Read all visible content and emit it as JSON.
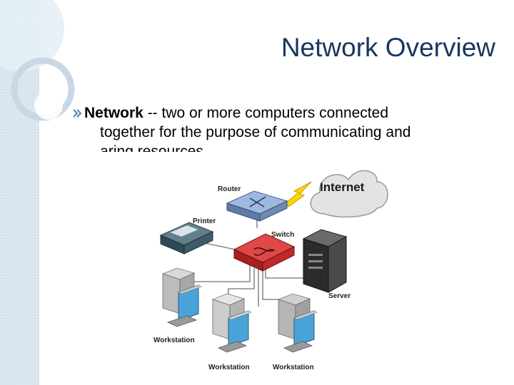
{
  "slide": {
    "title": "Network Overview",
    "bullet": {
      "term": "Network",
      "definition_part1": " -- two or more computers connected",
      "definition_part2": "together for the purpose of communicating and",
      "definition_part3": "sharing resources."
    }
  },
  "diagram": {
    "labels": {
      "internet": "Internet",
      "router": "Router",
      "printer": "Printer",
      "switch": "Switch",
      "server": "Server",
      "workstation_left": "Workstation",
      "workstation_mid": "Workstation",
      "workstation_right": "Workstation"
    }
  },
  "colors": {
    "title": "#17375e",
    "accent_blue": "#4f81bd",
    "switch_red": "#d22a2a",
    "router_blue": "#7f9fd0"
  }
}
